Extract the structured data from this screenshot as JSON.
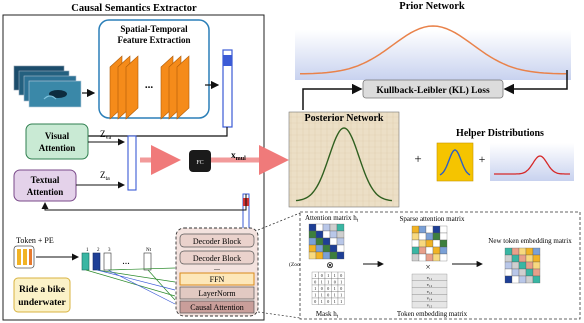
{
  "colors": {
    "visual_attention": "#c9ead4",
    "textual_attention": "#e4d2ea",
    "gaussian_curve": "#e9824a",
    "posterior_curve": "#2f5f1f",
    "posterior_bg": "#ece0c9",
    "kl_box": "#dcdcdc",
    "fc_box": "#1a1a1a",
    "fusion_arrow": "#f29a9a",
    "feature_block": "#f58b1a",
    "decoder_stack": "#ead2cc",
    "ffn": "#fde7b9",
    "layernorm": "#e2c9c2",
    "causal_attention": "#c99e9a",
    "vector_blue": "#3b5bd6",
    "helper_bg": "#f5c400"
  },
  "left_panel": {
    "title": "Causal Semantics Extractor",
    "feature_extraction": {
      "line1": "Spatial-Temporal",
      "line2": "Feature Extraction",
      "ellipsis": "..."
    },
    "visual_attention": {
      "line1": "Visual",
      "line2": "Attention"
    },
    "textual_attention": {
      "line1": "Textual",
      "line2": "Attention"
    },
    "z_va": "Z",
    "z_va_sub": "va",
    "z_ta": "Z",
    "z_ta_sub": "ta",
    "token_pe": "Token + PE",
    "prompt": {
      "line1": "Ride a bike",
      "line2": "underwater"
    },
    "token_numbers": [
      "1",
      "2",
      "3",
      "Nt"
    ],
    "token_ellipsis": "...",
    "decoder_blocks": [
      "Decoder Block",
      "Decoder Block"
    ],
    "decoder_ellipsis": "...",
    "ffn": "FFN",
    "layernorm": "LayerNorm",
    "causal_attention": "Causal Attention"
  },
  "fc": {
    "label": "FC",
    "output": "x",
    "output_sub": "mul"
  },
  "prior": {
    "title": "Prior Network"
  },
  "kl": {
    "label": "Kullback-Leibler (KL) Loss"
  },
  "posterior": {
    "title": "Posterior Network"
  },
  "helper": {
    "title": "Helper Distributions"
  },
  "plus_signs": [
    "+",
    "+"
  ],
  "attention_detail": {
    "zoom": "(Zoom in)",
    "attention_matrix": "Attention matrix h",
    "attention_matrix_sub": "t",
    "sparse_matrix": "Sparse attention matrix",
    "new_embedding": "New token embedding matrix",
    "mask_label": "Mask h",
    "mask_label_sub": "t",
    "token_embedding": "Token embedding matrix",
    "otimes": "⊗",
    "times": "×",
    "mask_rows": [
      [
        "1",
        "0",
        "1",
        "1",
        "0"
      ],
      [
        "0",
        "1",
        "1",
        "0",
        "1"
      ],
      [
        "1",
        "0",
        "0",
        "1",
        "0"
      ],
      [
        "1",
        "1",
        "0",
        "1",
        "1"
      ],
      [
        "0",
        "1",
        "0",
        "1",
        "1"
      ]
    ],
    "v_rows": [
      "v₁₁",
      "v₁₂",
      "v₁₃",
      "v₁₄",
      "v₁₅"
    ]
  }
}
